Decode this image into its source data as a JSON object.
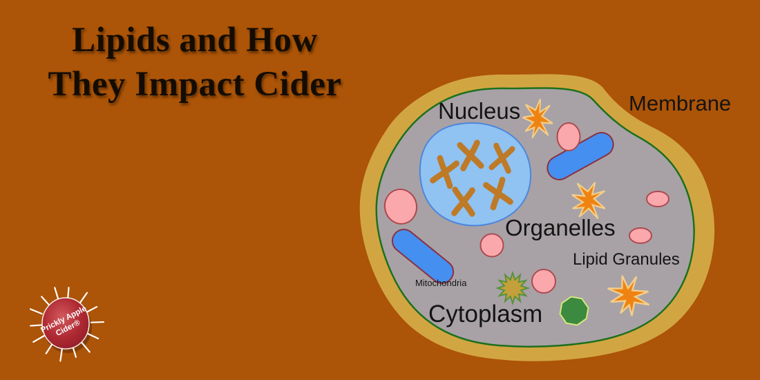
{
  "title_line1": "Lipids and How",
  "title_line2": "They Impact Cider",
  "labels": {
    "nucleus": "Nucleus",
    "membrane": "Membrane",
    "organelles": "Organelles",
    "lipid_granules": "Lipid Granules",
    "mitochondria": "Mitochondria",
    "cytoplasm": "Cytoplasm"
  },
  "logo": {
    "line1": "Prickly Apple",
    "line2": "Cider®"
  },
  "colors": {
    "background": "#AC5407",
    "title_text": "#140C02",
    "label_text": "#141414",
    "membrane_fill": "#D2A543",
    "membrane_line": "#1C701C",
    "cytoplasm_fill": "#A8A2A6",
    "nucleus_fill": "#90C2F2",
    "nucleus_stroke": "#4C86DB",
    "chromosome": "#BE7A27",
    "mitochondria_fill": "#458FF0",
    "mitochondria_stroke": "#8B3040",
    "organelle_fill": "#FBA8AC",
    "organelle_stroke": "#AC4A50",
    "lipid_fill": "#EF8312",
    "lipid_stroke": "#F2CE8A",
    "star_fill": "#C4A03C",
    "star_stroke": "#55923D",
    "vacuole_fill": "#3B8A3F",
    "vacuole_stroke": "#D6E87E",
    "apple_dark": "#8E1C26",
    "apple_mid": "#B02A33",
    "apple_light": "#D25A5E",
    "logo_text": "#FFFFFF"
  }
}
